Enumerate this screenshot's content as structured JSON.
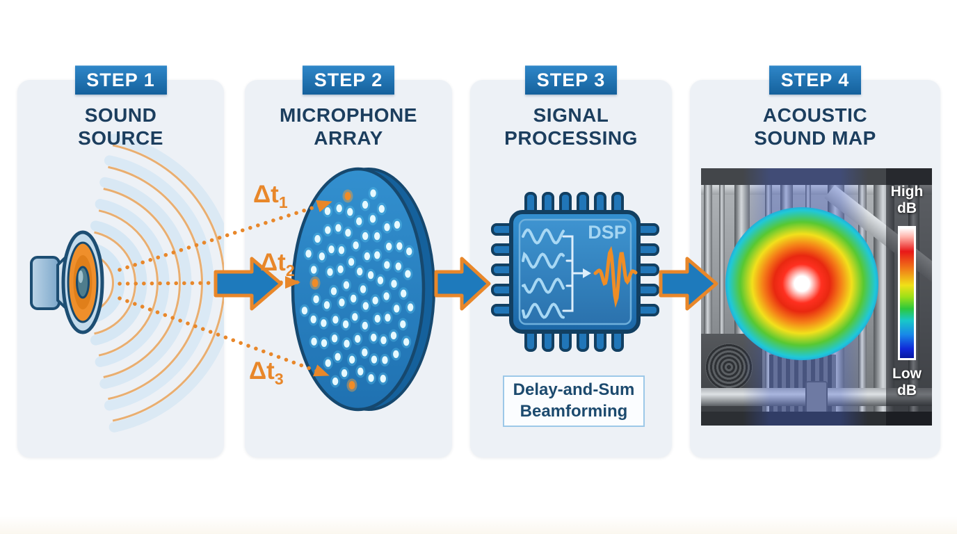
{
  "steps": [
    {
      "badge": "STEP 1",
      "title": "SOUND\nSOURCE"
    },
    {
      "badge": "STEP 2",
      "title": "MICROPHONE\nARRAY"
    },
    {
      "badge": "STEP 3",
      "title": "SIGNAL\nPROCESSING"
    },
    {
      "badge": "STEP 4",
      "title": "ACOUSTIC\nSOUND MAP"
    }
  ],
  "microphone_array": {
    "delay_labels": [
      {
        "base": "Δt",
        "sub": "1"
      },
      {
        "base": "Δt",
        "sub": "2"
      },
      {
        "base": "Δt",
        "sub": "3"
      }
    ]
  },
  "signal_processing": {
    "chip_label": "DSP",
    "method_label": "Delay-and-Sum\nBeamforming"
  },
  "acoustic_map": {
    "colorbar_top_label": "High\ndB",
    "colorbar_bottom_label": "Low\ndB"
  },
  "colors": {
    "accent_blue": "#1e7abc",
    "accent_orange": "#e8872a",
    "heading_navy": "#1c3e5e",
    "panel_background": "#edf1f6",
    "badge_blue": "#15619c",
    "mic_dot_blue": "#aee4ff",
    "dsp_wave_blue": "#a8d8f4"
  }
}
